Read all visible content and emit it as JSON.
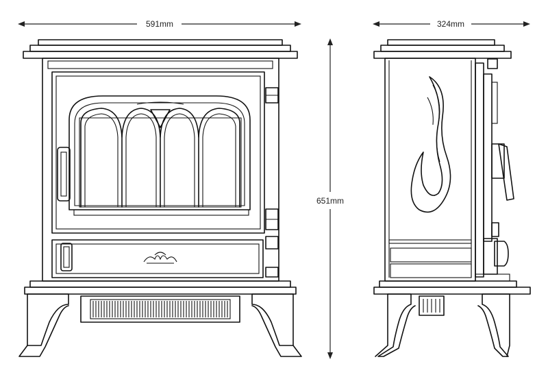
{
  "dimensions": {
    "width_label": "591mm",
    "depth_label": "324mm",
    "height_label": "651mm"
  },
  "colors": {
    "line": "#111111",
    "background": "#ffffff"
  }
}
